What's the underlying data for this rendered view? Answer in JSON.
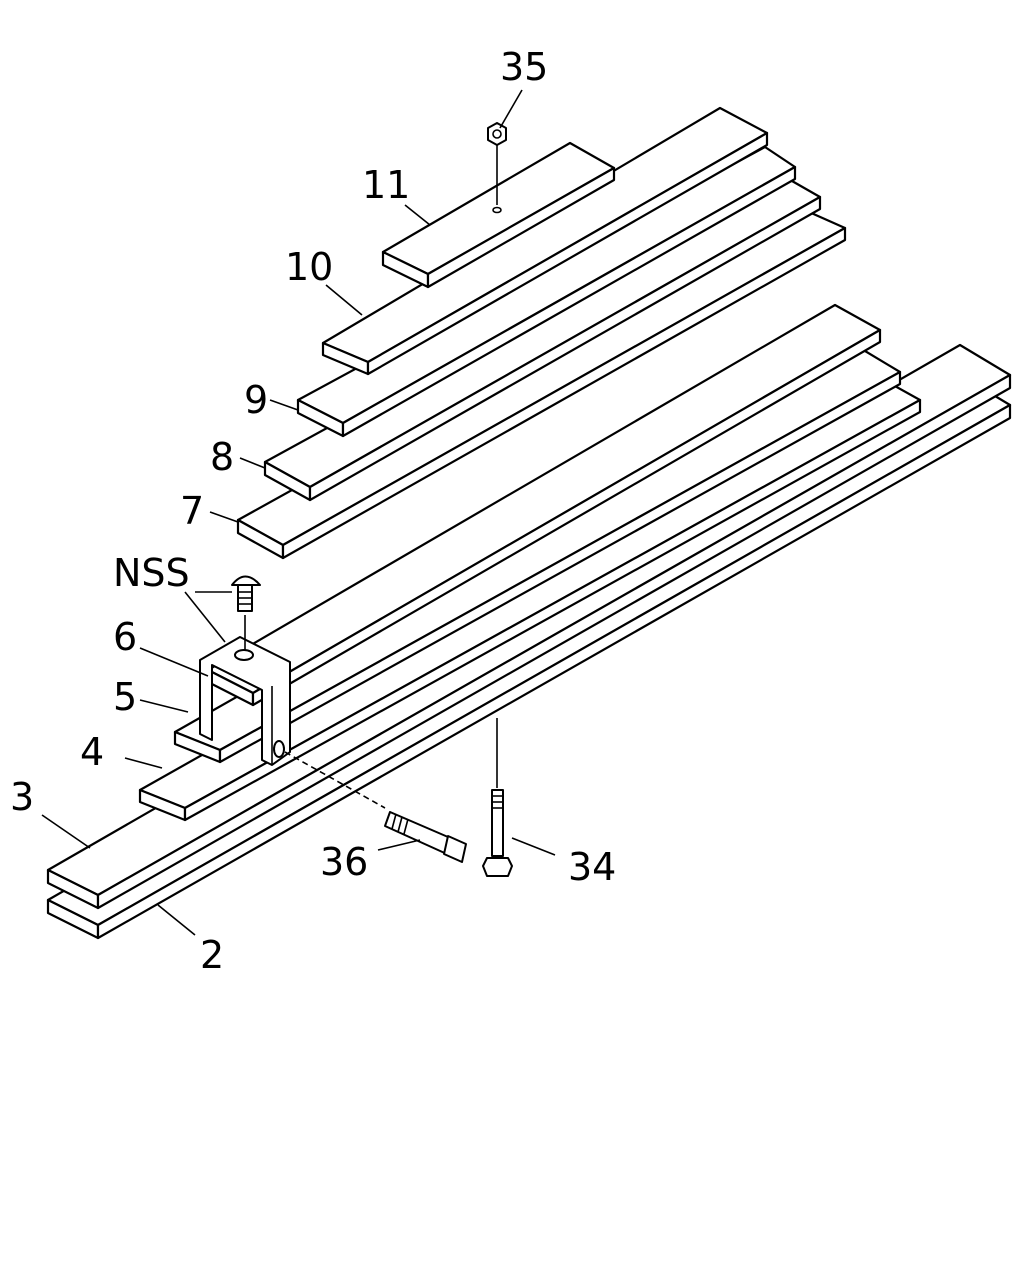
{
  "diagram": {
    "callouts": {
      "c35": "35",
      "c11": "11",
      "c10": "10",
      "c9": "9",
      "c8": "8",
      "c7": "7",
      "cNSS": "NSS",
      "c6": "6",
      "c5": "5",
      "c4": "4",
      "c3": "3",
      "c36": "36",
      "c34": "34",
      "c2": "2"
    }
  }
}
